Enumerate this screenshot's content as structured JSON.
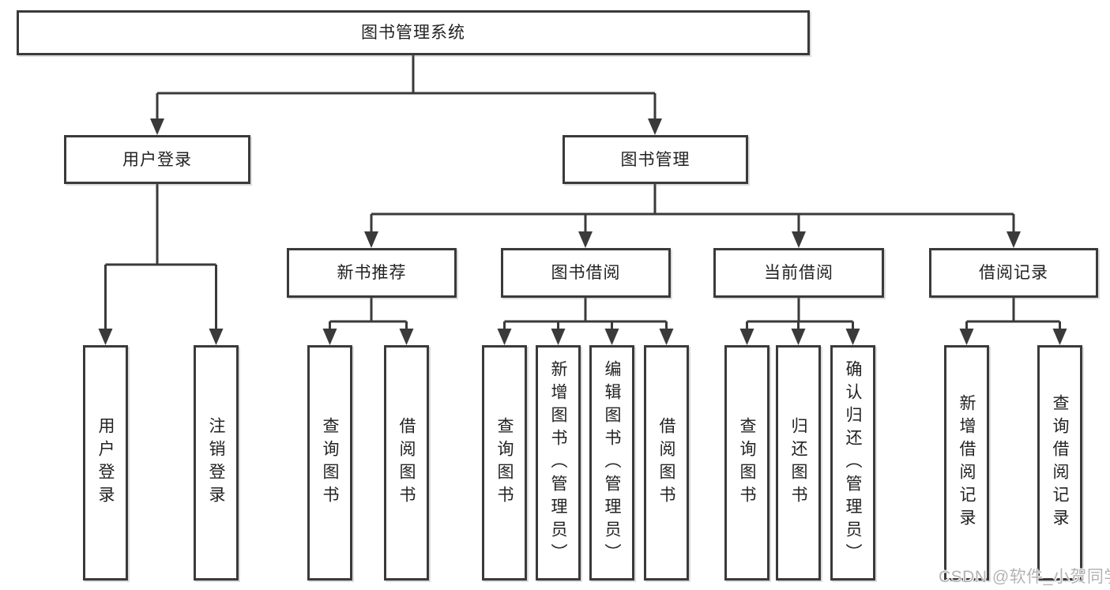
{
  "diagram": {
    "root": {
      "label": "图书管理系统"
    },
    "level2": {
      "user_login": {
        "label": "用户登录"
      },
      "book_mgmt": {
        "label": "图书管理"
      }
    },
    "level3": {
      "new_book_rec": {
        "label": "新书推荐"
      },
      "book_borrow": {
        "label": "图书借阅"
      },
      "current_borrow": {
        "label": "当前借阅"
      },
      "borrow_records": {
        "label": "借阅记录"
      }
    },
    "leaves": {
      "user_login_leaf": {
        "label": "用户登录"
      },
      "logout": {
        "label": "注销登录"
      },
      "rec_query_book": {
        "label": "查询图书"
      },
      "rec_borrow_book": {
        "label": "借阅图书"
      },
      "bb_query_book": {
        "label": "查询图书"
      },
      "bb_add_book": {
        "label": "新增图书（管理员）"
      },
      "bb_edit_book": {
        "label": "编辑图书（管理员）"
      },
      "bb_borrow_book": {
        "label": "借阅图书"
      },
      "cb_query_book": {
        "label": "查询图书"
      },
      "cb_return_book": {
        "label": "归还图书"
      },
      "cb_confirm_return": {
        "label": "确认归还（管理员）"
      },
      "br_add_record": {
        "label": "新增借阅记录"
      },
      "br_query_record": {
        "label": "查询借阅记录"
      }
    }
  },
  "watermark": {
    "text": "CSDN @软件_小贺同学"
  },
  "colors": {
    "line": "#3a3a3a",
    "box_border": "#3a3a3a",
    "box_fill": "#ffffff",
    "text": "#222222",
    "watermark": "#b3b3b3"
  }
}
